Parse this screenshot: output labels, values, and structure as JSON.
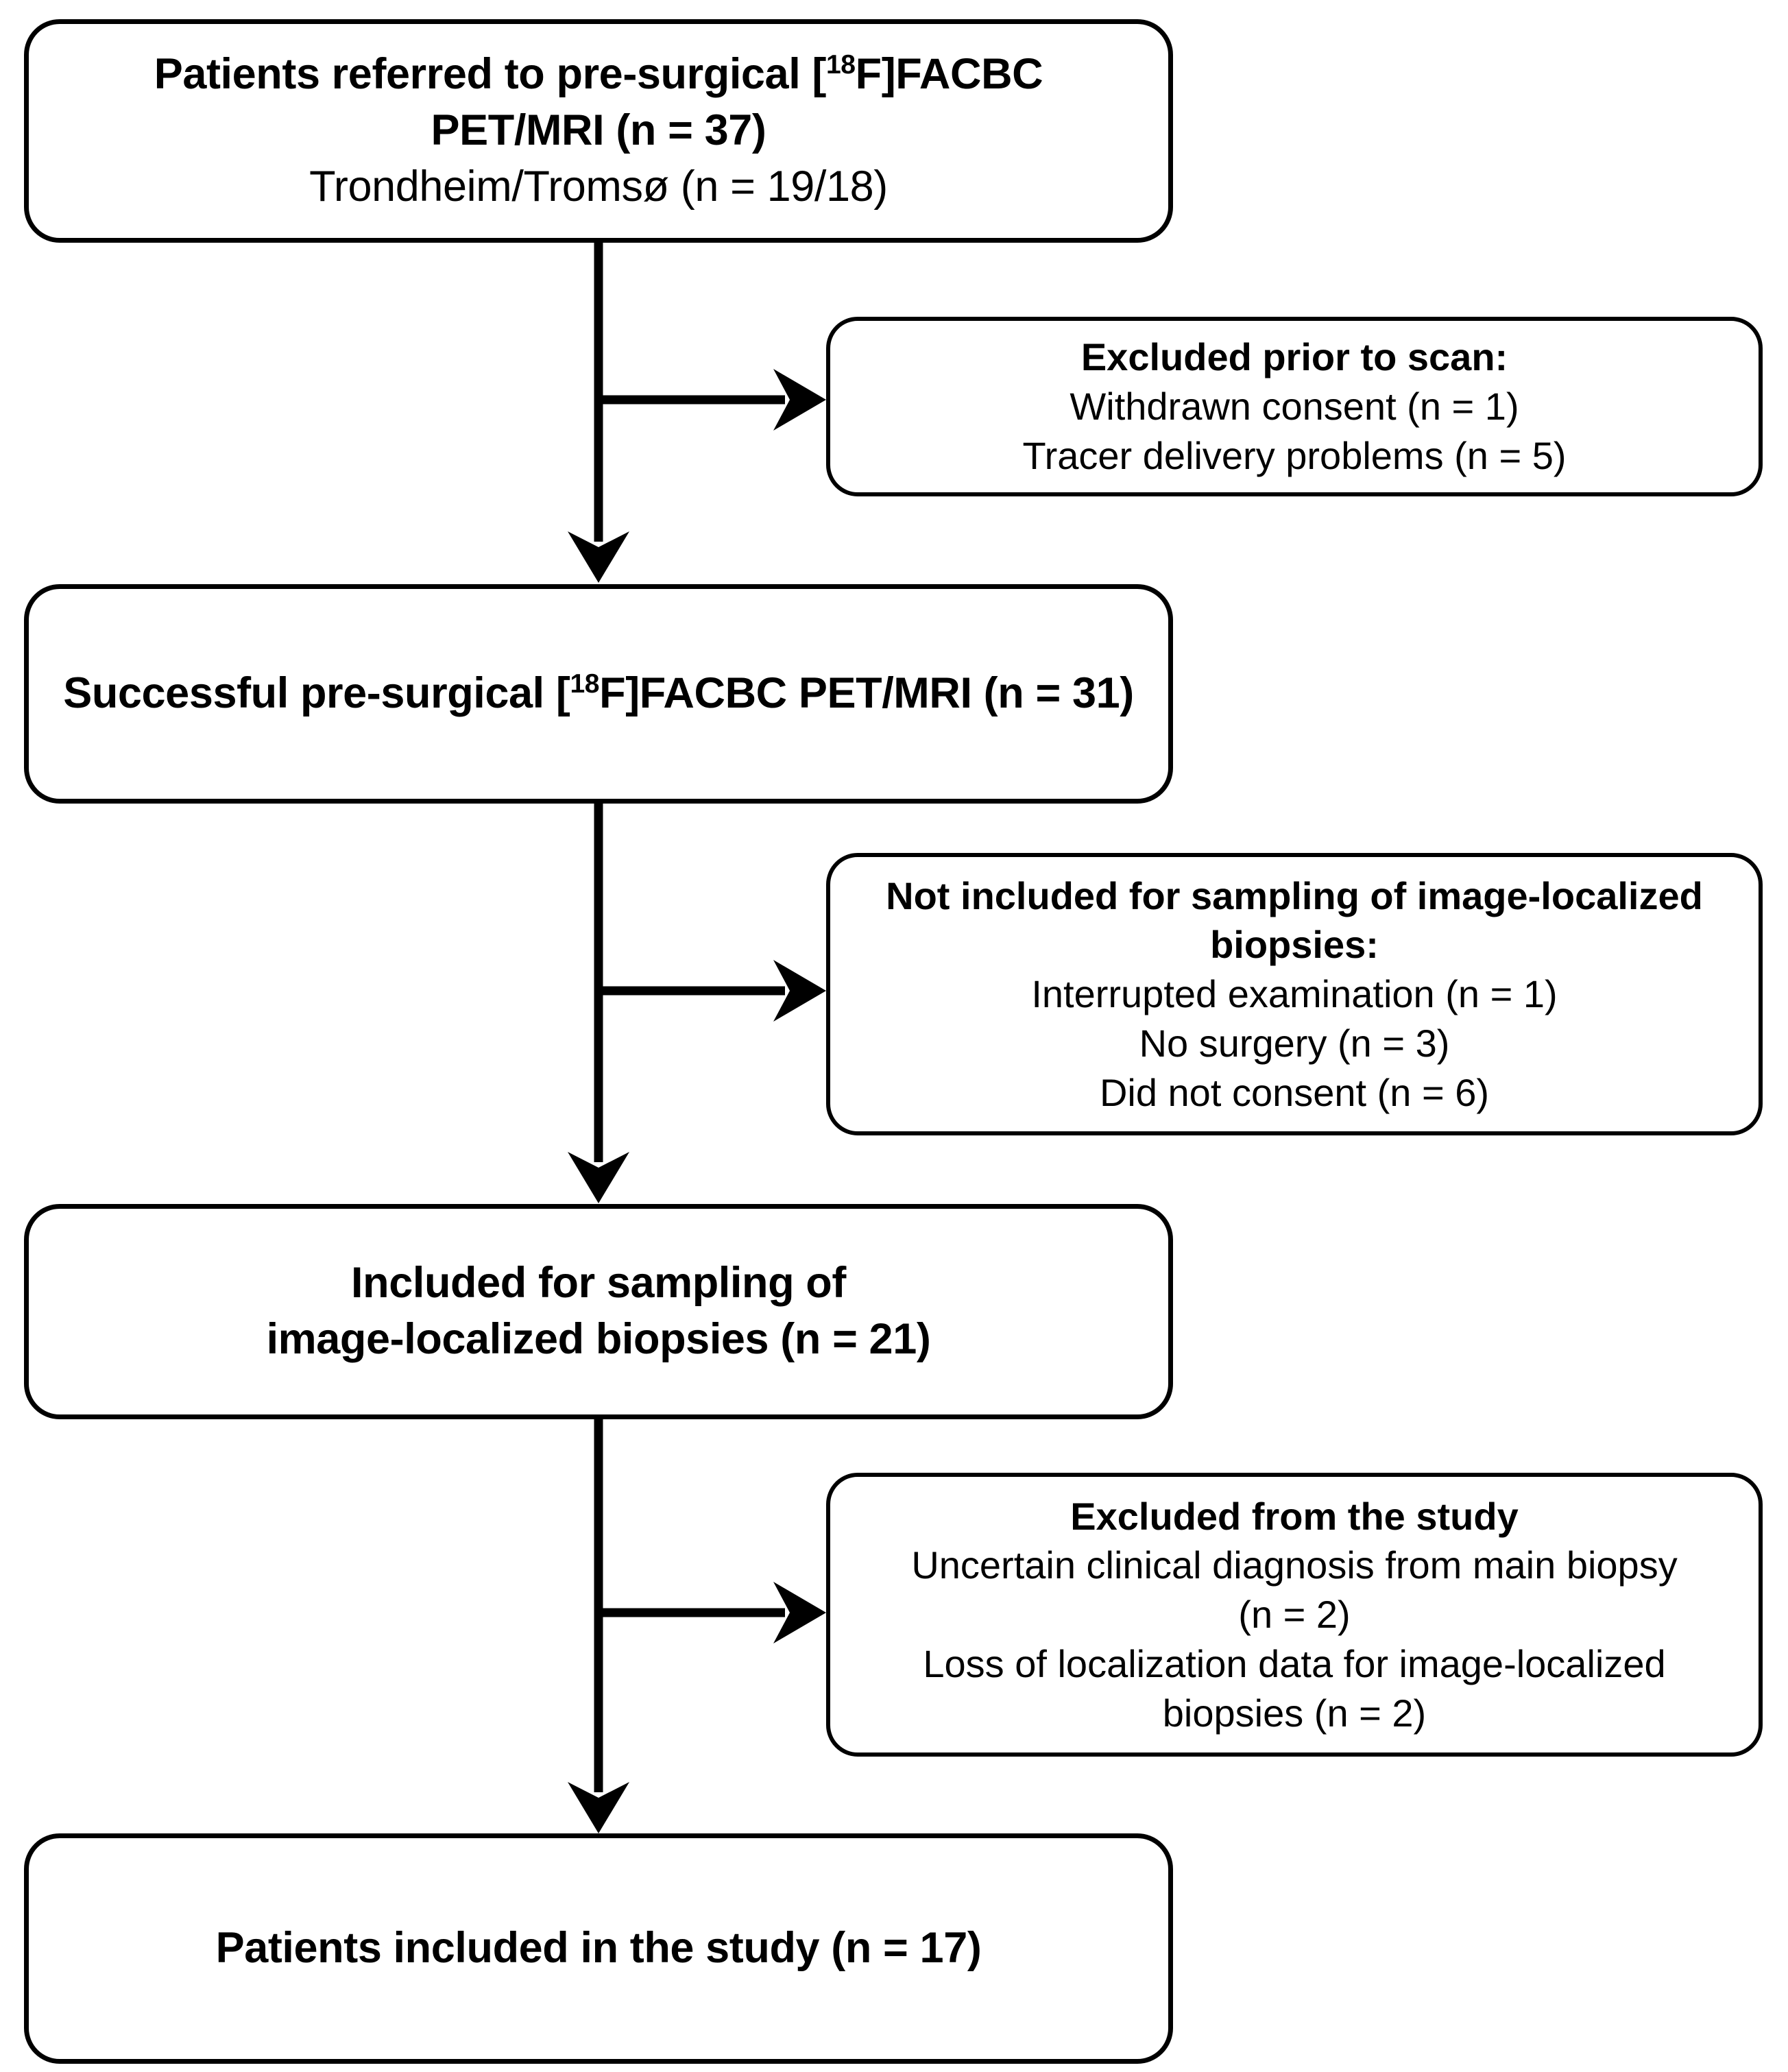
{
  "diagram": {
    "title": "Patient inclusion flow diagram",
    "line_color": "#000000",
    "box_fill": "#ffffff",
    "nodes": [
      {
        "id": "referred",
        "kind": "main",
        "lines": [
          {
            "text": "Patients referred to pre-surgical [",
            "sup": "18",
            "text2": "F]FACBC",
            "bold": true
          },
          {
            "text": "PET/MRI (n = 37)",
            "bold": true
          },
          {
            "text": "Trondheim/Tromsø (n = 19/18)",
            "bold": false
          }
        ]
      },
      {
        "id": "excluded-prior-to-scan",
        "kind": "side",
        "lines": [
          {
            "text": "Excluded prior to scan:",
            "bold": true
          },
          {
            "text": "Withdrawn consent (n = 1)",
            "bold": false
          },
          {
            "text": "Tracer delivery problems (n = 5)",
            "bold": false
          }
        ]
      },
      {
        "id": "successful-scan",
        "kind": "main",
        "lines": [
          {
            "text": "Successful pre-surgical [",
            "sup": "18",
            "text2": "F]FACBC PET/MRI (n = 31)",
            "bold": true
          }
        ]
      },
      {
        "id": "not-included-for-sampling",
        "kind": "side",
        "lines": [
          {
            "text": "Not included for sampling of image-localized biopsies:",
            "bold": true
          },
          {
            "text": "Interrupted examination (n = 1)",
            "bold": false
          },
          {
            "text": "No surgery  (n = 3)",
            "bold": false
          },
          {
            "text": "Did not consent (n = 6)",
            "bold": false
          }
        ]
      },
      {
        "id": "included-for-sampling",
        "kind": "main",
        "lines": [
          {
            "text": "Included for sampling of",
            "bold": true
          },
          {
            "text": "image-localized biopsies (n = 21)",
            "bold": true
          }
        ]
      },
      {
        "id": "excluded-from-study",
        "kind": "side",
        "lines": [
          {
            "text": "Excluded from the study",
            "bold": true
          },
          {
            "text": "Uncertain clinical diagnosis from main biopsy (n = 2)",
            "bold": false
          },
          {
            "text": "Loss of localization data for image-localized biopsies (n = 2)",
            "bold": false
          }
        ]
      },
      {
        "id": "patients-included",
        "kind": "main",
        "lines": [
          {
            "text": "Patients included in the study (n = 17)",
            "bold": true
          }
        ]
      }
    ],
    "text": {
      "referred_l1_a": "Patients referred to pre-surgical [",
      "referred_l1_sup": "18",
      "referred_l1_b": "F]FACBC",
      "referred_l2": "PET/MRI (n = 37)",
      "referred_l3": "Trondheim/Tromsø (n = 19/18)",
      "excl_prescan_l1": "Excluded prior to scan:",
      "excl_prescan_l2": "Withdrawn consent (n = 1)",
      "excl_prescan_l3": "Tracer delivery problems (n = 5)",
      "successful_a": "Successful pre-surgical [",
      "successful_sup": "18",
      "successful_b": "F]FACBC PET/MRI (n = 31)",
      "not_incl_l1": "Not included for sampling of image-localized",
      "not_incl_l2": "biopsies:",
      "not_incl_l3": "Interrupted examination (n = 1)",
      "not_incl_l4": "No surgery  (n = 3)",
      "not_incl_l5": "Did not consent (n = 6)",
      "included_l1": "Included for sampling of",
      "included_l2": "image-localized biopsies (n = 21)",
      "excl_study_l1": "Excluded from the study",
      "excl_study_l2": "Uncertain clinical diagnosis from main biopsy",
      "excl_study_l3": "(n = 2)",
      "excl_study_l4": "Loss of localization data for image-localized",
      "excl_study_l5": "biopsies (n = 2)",
      "final_l1": "Patients included in the study (n = 17)"
    },
    "counts": {
      "referred_total": 37,
      "referred_trondheim": 19,
      "referred_tromso": 18,
      "withdrawn_consent": 1,
      "tracer_delivery_problems": 5,
      "successful_scan": 31,
      "interrupted_examination": 1,
      "no_surgery": 3,
      "did_not_consent": 6,
      "included_for_sampling": 21,
      "uncertain_clinical_diagnosis": 2,
      "loss_of_localization_data": 2,
      "final_included": 17
    }
  }
}
